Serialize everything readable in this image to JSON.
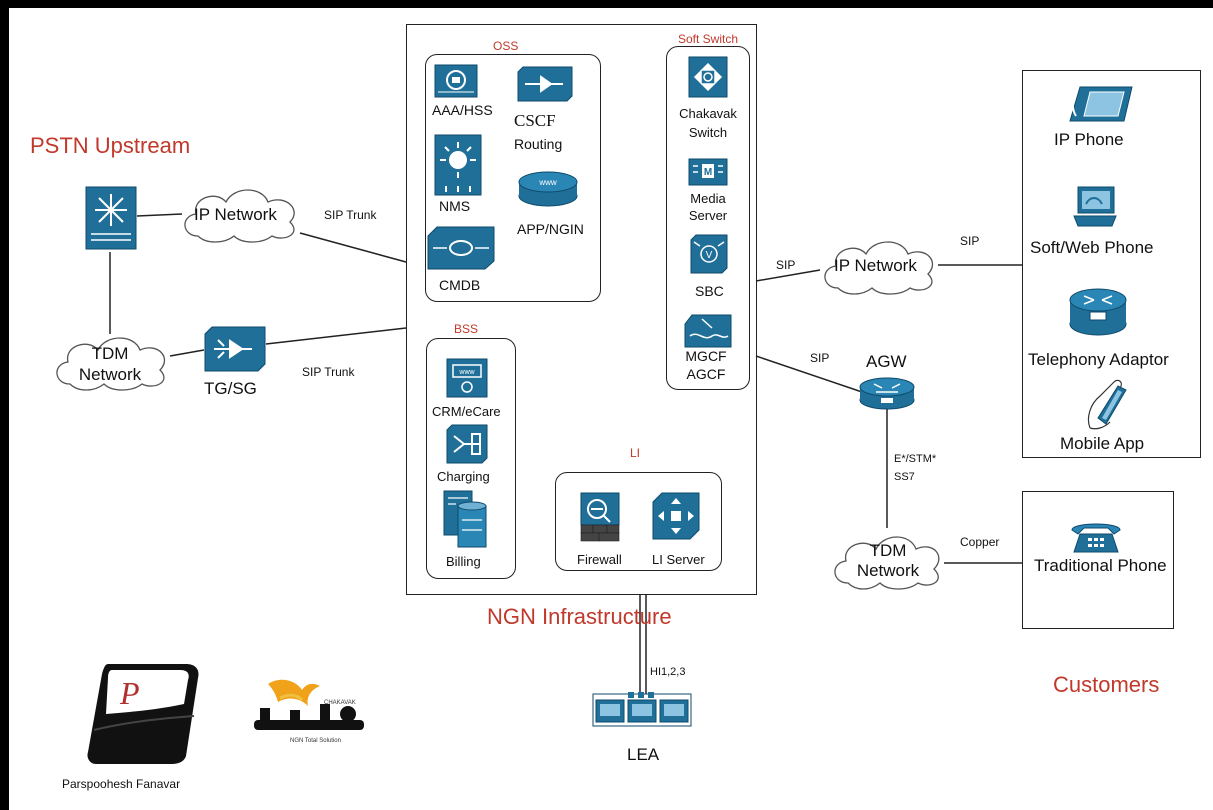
{
  "title": "NGN Infrastructure",
  "groups": {
    "pstn": "PSTN Upstream",
    "oss": "OSS",
    "bss": "BSS",
    "softswitch": "Soft Switch",
    "li": "LI",
    "customers": "Customers"
  },
  "nodes": {
    "ip_network_left": "IP Network",
    "tdm_network_left_1": "TDM",
    "tdm_network_left_2": "Network",
    "tg_sg": "TG/SG",
    "aaa_hss": "AAA/HSS",
    "cscf": "CSCF",
    "routing": "Routing",
    "nms": "NMS",
    "app_ngin": "APP/NGIN",
    "cmdb": "CMDB",
    "crm": "CRM/eCare",
    "charging": "Charging",
    "billing": "Billing",
    "chakavak_1": "Chakavak",
    "chakavak_2": "Switch",
    "media_1": "Media",
    "media_2": "Server",
    "sbc": "SBC",
    "mgcf_1": "MGCF",
    "mgcf_2": "AGCF",
    "firewall": "Firewall",
    "li_server": "LI Server",
    "ip_network_right": "IP Network",
    "agw": "AGW",
    "tdm_network_right_1": "TDM",
    "tdm_network_right_2": "Network",
    "ip_phone": "IP Phone",
    "soft_web_phone": "Soft/Web Phone",
    "telephony_adaptor": "Telephony Adaptor",
    "mobile_app": "Mobile App",
    "traditional_phone": "Traditional Phone",
    "lea": "LEA"
  },
  "links": {
    "sip_trunk_1": "SIP Trunk",
    "sip_trunk_2": "SIP Trunk",
    "sip_1": "SIP",
    "sip_2": "SIP",
    "sip_3": "SIP",
    "e_stm": "E*/STM*",
    "ss7": "SS7",
    "copper": "Copper",
    "hi": "HI1,2,3"
  },
  "logos": {
    "parspoohesh": "Parspoohesh Fanavar",
    "chakavak_small": "CHAKAVAK",
    "chakavak_tag": "NGN Total Solution"
  },
  "colors": {
    "icon_blue": "#1f6f99",
    "group_label_red": "#c0392b",
    "cloud_outline": "#555555"
  }
}
